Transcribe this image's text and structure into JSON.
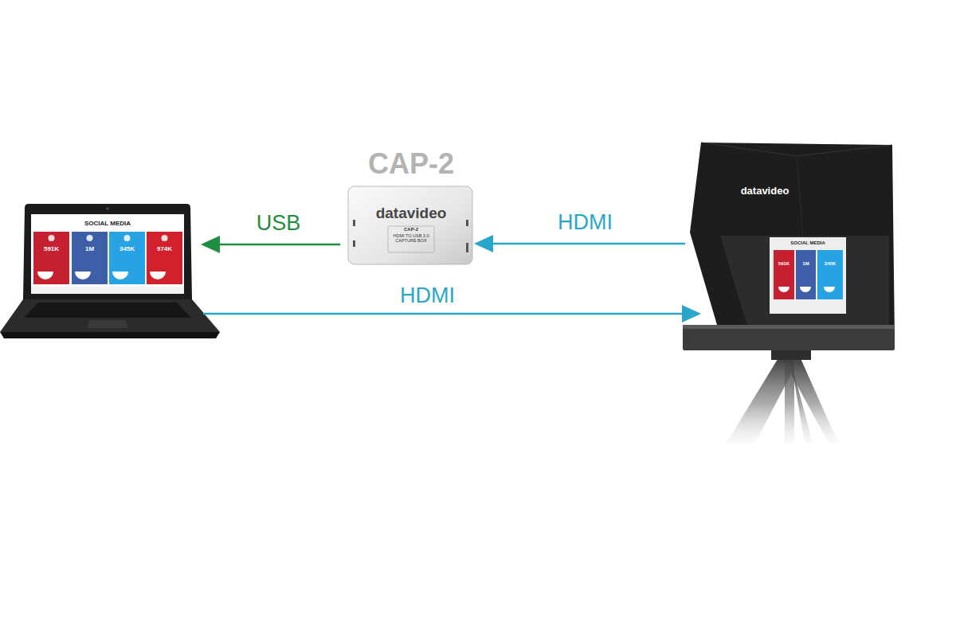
{
  "diagram": {
    "nodes": [
      {
        "text": [
          "SOCIAL MEDIA"
        ]
      },
      {
        "text": [
          "CAP-2",
          "datavideo",
          "CAP-2",
          "HDMI TO USB 3.0 CAPTURE BOX"
        ]
      },
      {
        "text": [
          "datavideo"
        ]
      }
    ],
    "edges": [
      {
        "from": 2,
        "to": 1,
        "arrow": "to",
        "label": "HDMI"
      },
      {
        "from": 1,
        "to": 0,
        "arrow": "to",
        "label": "USB"
      },
      {
        "from": 0,
        "to": 2,
        "arrow": "to",
        "label": "HDMI"
      }
    ],
    "labels": [
      "591K",
      "1M",
      "345K",
      "974K",
      "SOCIAL MEDIA",
      "591K",
      "1M",
      "345K"
    ]
  }
}
